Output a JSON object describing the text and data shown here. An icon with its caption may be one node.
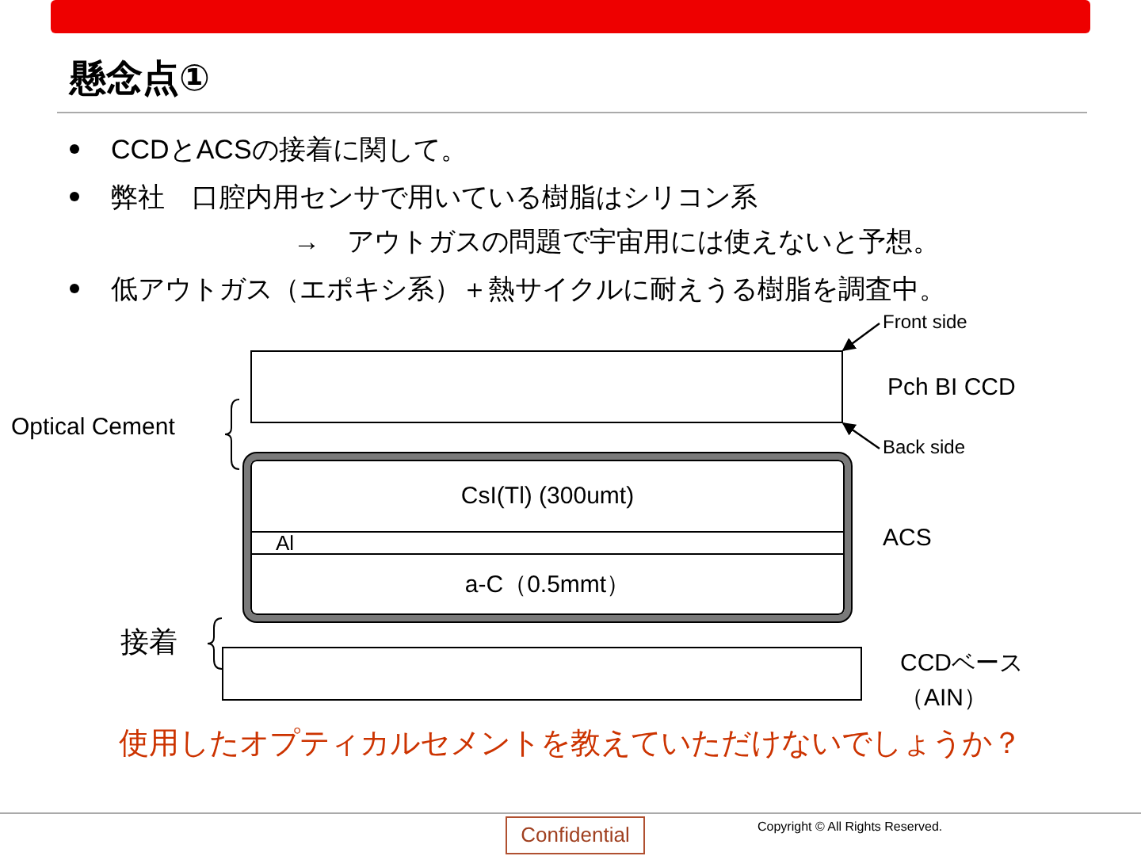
{
  "diagram": {
    "title": "懸念点①",
    "nodes": [
      {
        "text": [],
        "shape": "box",
        "beside": [
          "Pch BI CCD"
        ]
      },
      {
        "text": [
          "Front side"
        ]
      },
      {
        "text": [
          "Back side"
        ]
      },
      {
        "text": [],
        "shape": "box",
        "beside": [
          "ACS"
        ]
      },
      {
        "text": [
          "CsI(Tl) (300umt)"
        ],
        "in": 3
      },
      {
        "text": [
          "Al"
        ],
        "in": 3
      },
      {
        "text": [
          "a-C（0.5mmt）"
        ],
        "in": 3
      },
      {
        "text": [],
        "shape": "box",
        "beside": [
          "CCDベース（AIN）"
        ]
      }
    ],
    "edges": [
      {
        "from": 1,
        "to": 0,
        "arrow": "to"
      },
      {
        "from": 2,
        "to": 0,
        "arrow": "to"
      }
    ],
    "labels": [
      "CCDとACSの接着に関して。",
      "弊社　口腔内用センサで用いている樹脂はシリコン系",
      "→　アウトガスの問題で宇宙用には使えないと予想。",
      "低アウトガス（エポキシ系）＋熱サイクルに耐えうる樹脂を調査中。",
      "Optical Cement",
      "接着",
      "使用したオプティカルセメントを教えていただけないでしょうか？",
      "Confidential",
      "Copyright © All Rights Reserved."
    ]
  }
}
